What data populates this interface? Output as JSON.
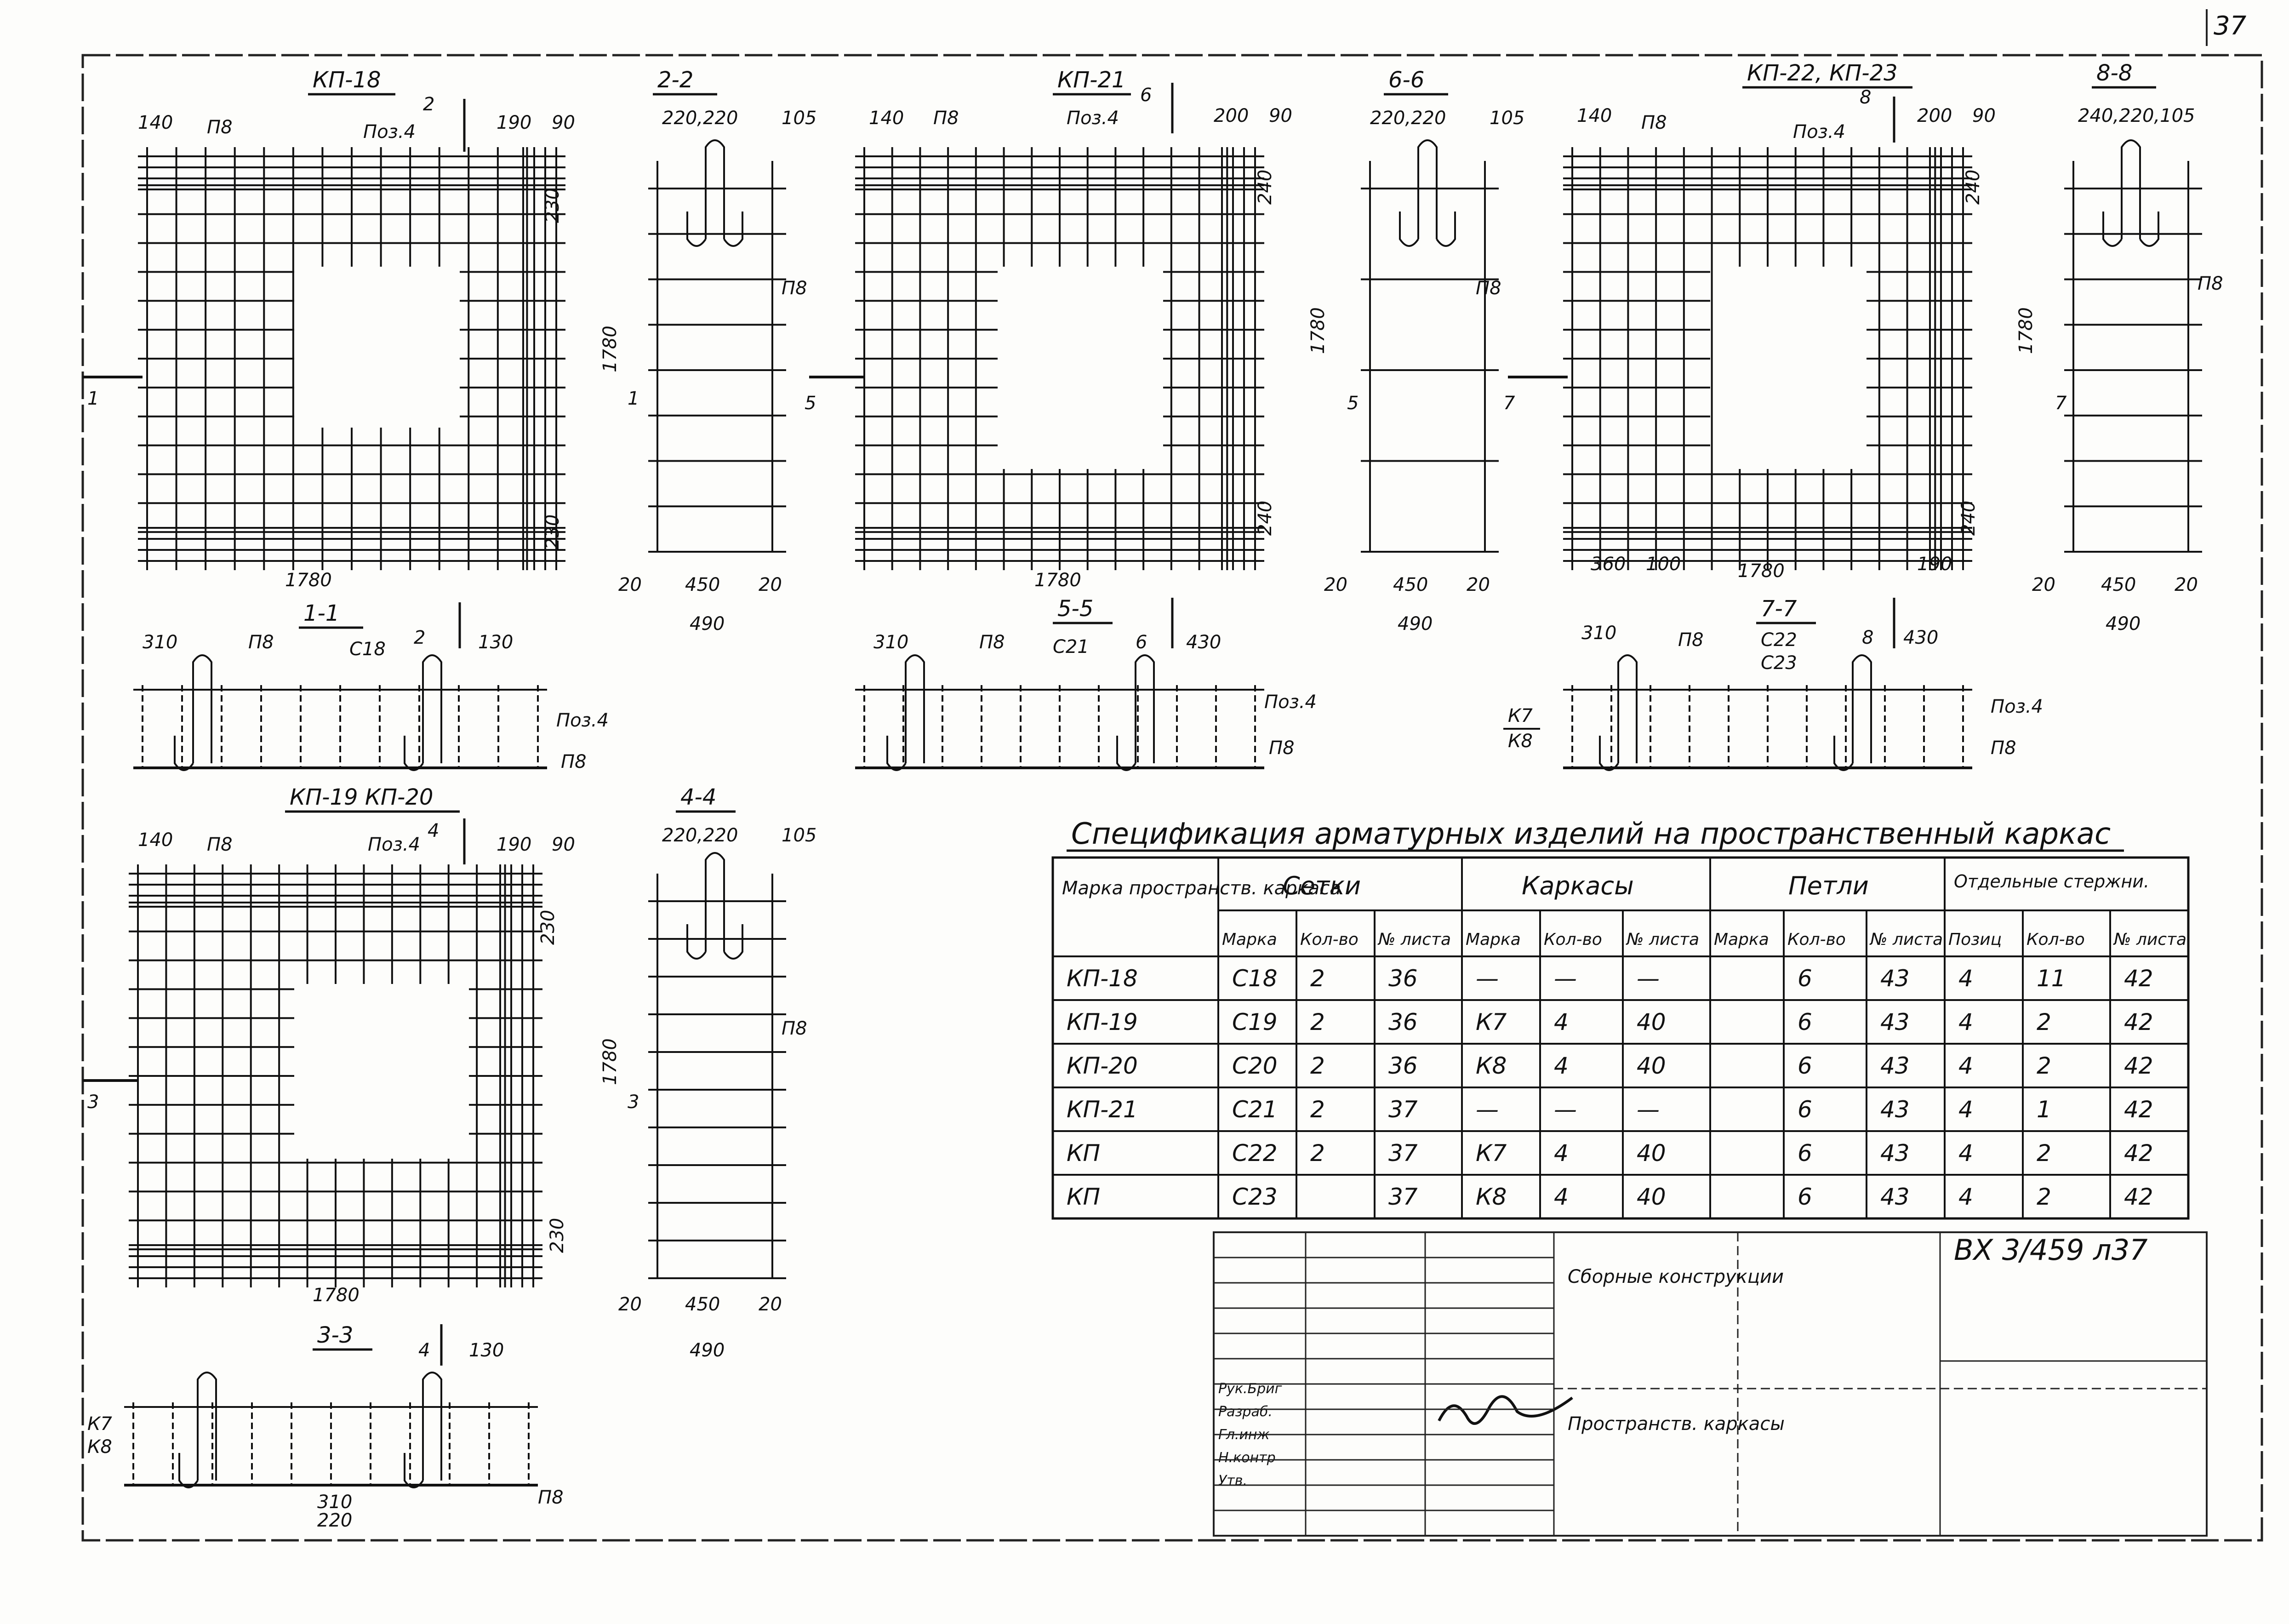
{
  "page_number": "37",
  "drawing_code": "ВХ 3/459 л37",
  "views": {
    "kp18": {
      "title": "КП-18",
      "section_mark": "2",
      "labels": {
        "left_dim": "140",
        "bar": "П8",
        "pos": "Поз.4",
        "right_dim": "190",
        "right_dim2": "90",
        "top_dim": "230",
        "bottom_dim": "230",
        "width": "1780",
        "cut": "1"
      }
    },
    "s22": {
      "title": "2-2",
      "top_dims": "220,220",
      "right_dim": "105",
      "bar": "П8",
      "height": "1780",
      "cut": "1",
      "bottom": [
        "20",
        "450",
        "20"
      ],
      "total": "490"
    },
    "kp21": {
      "title": "КП-21",
      "section_mark": "6",
      "labels": {
        "left_dim": "140",
        "bar": "П8",
        "pos": "Поз.4",
        "right_dim": "200",
        "right_dim2": "90",
        "top_dim": "240",
        "bottom_dim": "240",
        "width": "1780",
        "cut": "5"
      }
    },
    "s66": {
      "title": "6-6",
      "top_dims": "220,220",
      "right_dim": "105",
      "bar": "П8",
      "height": "1780",
      "cut": "5",
      "bottom": [
        "20",
        "450",
        "20"
      ],
      "total": "490"
    },
    "kp2223": {
      "title": "КП-22, КП-23",
      "section_mark": "8",
      "labels": {
        "left_dim": "140",
        "bar": "П8",
        "pos": "Поз.4",
        "right_dim": "200",
        "right_dim2": "90",
        "top_dim": "240",
        "bottom_dim": "240",
        "width": "1780",
        "cut": "7",
        "bottom_left": "360",
        "bottom_left2": "100",
        "bottom_right": "190"
      }
    },
    "s88": {
      "title": "8-8",
      "top_dims": "240,220,105",
      "bar": "П8",
      "height": "1780",
      "cut": "7",
      "bottom": [
        "20",
        "450",
        "20"
      ],
      "total": "490"
    },
    "s11": {
      "title": "1-1",
      "mark": "С18",
      "section_mark": "2",
      "left_dim": "310",
      "bar": "П8",
      "right_dim": "130",
      "pos": "Поз.4",
      "bar2": "П8"
    },
    "s55": {
      "title": "5-5",
      "mark": "С21",
      "section_mark": "6",
      "left_dim": "310",
      "bar": "П8",
      "right_dim": "430",
      "pos": "Поз.4",
      "bar2": "П8"
    },
    "s77": {
      "title": "7-7",
      "mark": "С22",
      "mark2": "С23",
      "section_mark": "8",
      "left_dim": "310",
      "bar": "П8",
      "right_dim": "430",
      "pos": "Поз.4",
      "bar2": "П8",
      "k1": "К7",
      "k2": "К8"
    },
    "kp1920": {
      "title": "КП-19  КП-20",
      "section_mark": "4",
      "labels": {
        "left_dim": "140",
        "bar": "П8",
        "pos": "Поз.4",
        "right_dim": "190",
        "right_dim2": "90",
        "top_dim": "230",
        "bottom_dim": "230",
        "width": "1780",
        "cut": "3"
      }
    },
    "s44": {
      "title": "4-4",
      "top_dims": "220,220",
      "right_dim": "105",
      "bar": "П8",
      "height": "1780",
      "cut": "3",
      "bottom": [
        "20",
        "450",
        "20"
      ],
      "total": "490"
    },
    "s33": {
      "title": "3-3",
      "section_mark": "4",
      "right_dim": "130",
      "k1": "К7",
      "k2": "К8",
      "bar": "П8",
      "bottom_dim": "310",
      "bottom_dim2": "220"
    }
  },
  "spec": {
    "title": "Спецификация арматурных изделий на пространственный каркас",
    "group_headers": [
      "Марка пространств. каркаса",
      "Сетки",
      "Каркасы",
      "Петли",
      "Отдельные стержни."
    ],
    "sub_headers": [
      "Марка",
      "Кол-во",
      "№ листа",
      "Марка",
      "Кол-во",
      "№ листа",
      "Марка",
      "Кол-во",
      "№ листа",
      "Позиц",
      "Кол-во",
      "№ листа"
    ],
    "rows": [
      [
        "КП-18",
        "С18",
        "2",
        "36",
        "—",
        "—",
        "—",
        "",
        "6",
        "43",
        "4",
        "11",
        "42"
      ],
      [
        "КП-19",
        "С19",
        "2",
        "36",
        "К7",
        "4",
        "40",
        "",
        "6",
        "43",
        "4",
        "2",
        "42"
      ],
      [
        "КП-20",
        "С20",
        "2",
        "36",
        "К8",
        "4",
        "40",
        "",
        "6",
        "43",
        "4",
        "2",
        "42"
      ],
      [
        "КП-21",
        "С21",
        "2",
        "37",
        "—",
        "—",
        "—",
        "",
        "6",
        "43",
        "4",
        "1",
        "42"
      ],
      [
        "КП",
        "С22",
        "2",
        "37",
        "К7",
        "4",
        "40",
        "",
        "6",
        "43",
        "4",
        "2",
        "42"
      ],
      [
        "КП",
        "С23",
        "",
        "37",
        "К8",
        "4",
        "40",
        "",
        "6",
        "43",
        "4",
        "2",
        "42"
      ]
    ]
  },
  "title_block": {
    "name1": "Сборные конструкции",
    "name2": "Пространств. каркасы",
    "roles": [
      "Рук.Бриг",
      "Разраб.",
      "Гл.инж",
      "Н.контр",
      "Утв."
    ]
  }
}
